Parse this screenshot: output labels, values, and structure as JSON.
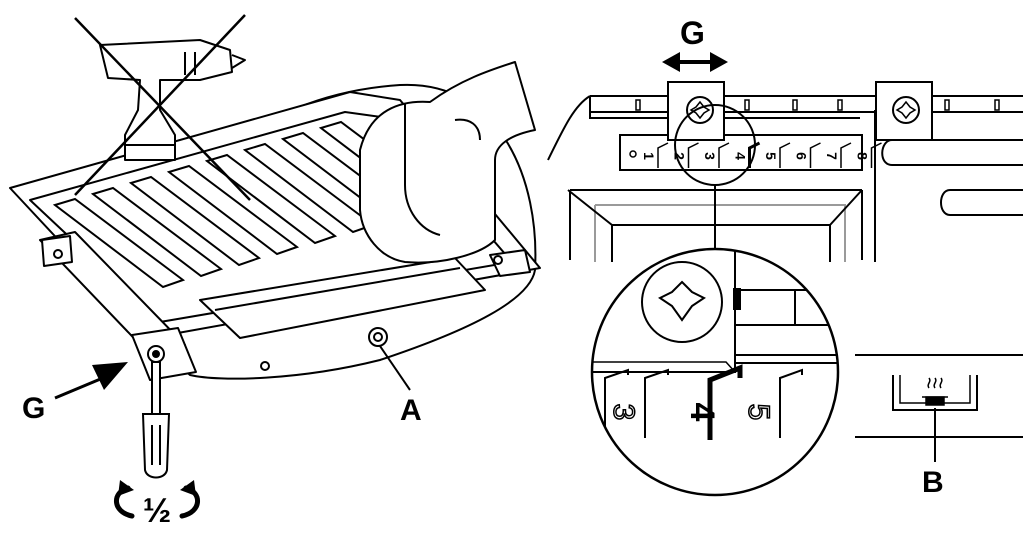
{
  "callouts": {
    "left_g": "G",
    "a": "A",
    "top_g": "G",
    "b": "B"
  },
  "rotation": "½",
  "scale_labels": [
    "1",
    "2",
    "3",
    "4",
    "5",
    "6",
    "7",
    "8"
  ],
  "zoom_labels": [
    "3",
    "4",
    "5"
  ],
  "colors": {
    "line": "#000000",
    "background": "#ffffff",
    "grey": "#9a9a9a"
  }
}
